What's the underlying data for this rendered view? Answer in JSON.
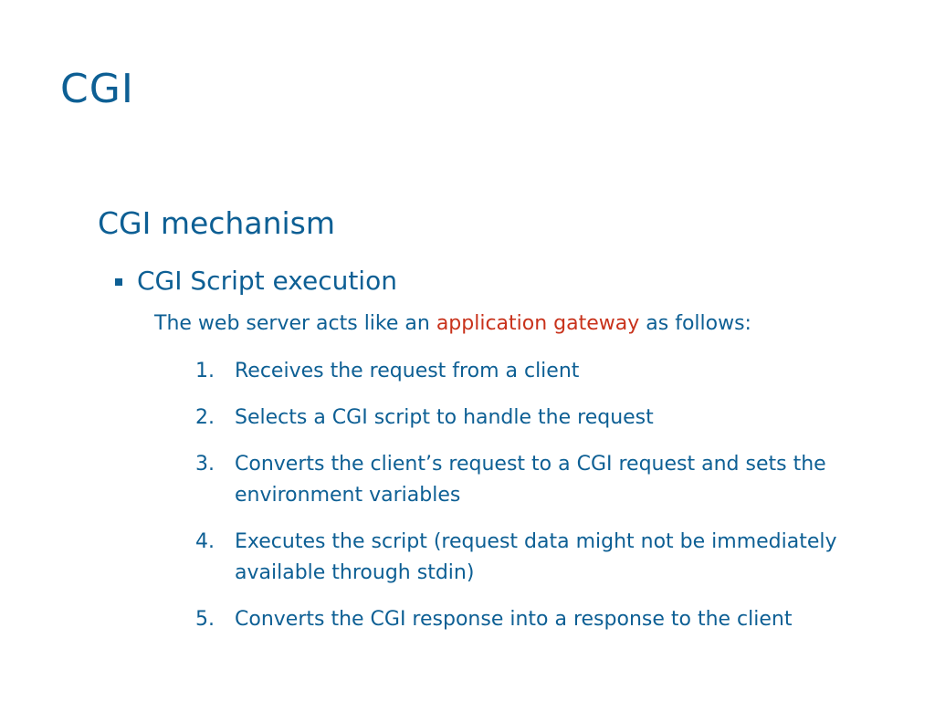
{
  "slide": {
    "title": "CGI",
    "heading": "CGI mechanism",
    "bullet": "CGI Script execution",
    "intro": {
      "before": "The web server acts like an ",
      "highlight": "application gateway",
      "after": " as follows:"
    },
    "highlight_color": "#c8321b",
    "text_color": "#0d5f94",
    "steps": [
      {
        "num": "1.",
        "text": "Receives the request from a client"
      },
      {
        "num": "2.",
        "text": "Selects a CGI script to handle the request"
      },
      {
        "num": "3.",
        "text": "Converts the client’s request to a CGI request and sets the environment variables"
      },
      {
        "num": "4.",
        "text": "Executes the script (request data might not be immediately available through stdin)"
      },
      {
        "num": "5.",
        "text": "Converts the CGI response into a response to the client"
      }
    ]
  }
}
